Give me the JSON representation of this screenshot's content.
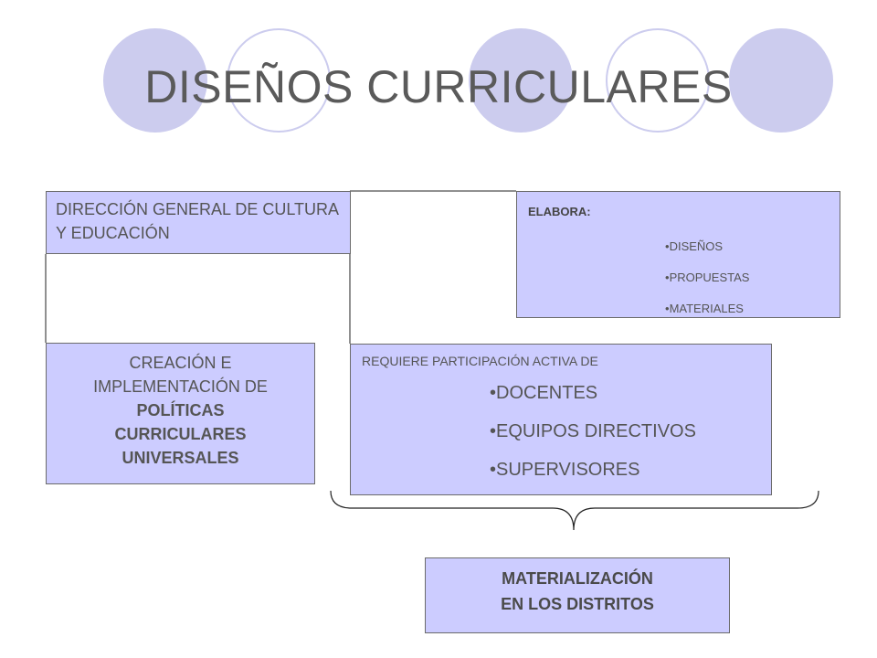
{
  "title": "DISEÑOS CURRICULARES",
  "boxes": {
    "dgce": {
      "text": "DIRECCIÓN GENERAL DE CULTURA Y EDUCACIÓN"
    },
    "elabora": {
      "heading": "ELABORA:",
      "items": [
        "DISEÑOS",
        "PROPUESTAS",
        "MATERIALES"
      ]
    },
    "creacion": {
      "line1": "CREACIÓN E",
      "line2": "IMPLEMENTACIÓN DE",
      "line3": "POLÍTICAS",
      "line4": "CURRICULARES",
      "line5": "UNIVERSALES"
    },
    "requiere": {
      "heading": "REQUIERE PARTICIPACIÓN ACTIVA DE",
      "items": [
        "DOCENTES",
        "EQUIPOS DIRECTIVOS",
        "SUPERVISORES"
      ]
    },
    "materializacion": {
      "line1": "MATERIALIZACIÓN",
      "line2": "EN LOS DISTRITOS"
    }
  },
  "colors": {
    "box_fill": "#ccccff",
    "circle_fill": "#ccccee",
    "title": "#5a5a5a"
  }
}
